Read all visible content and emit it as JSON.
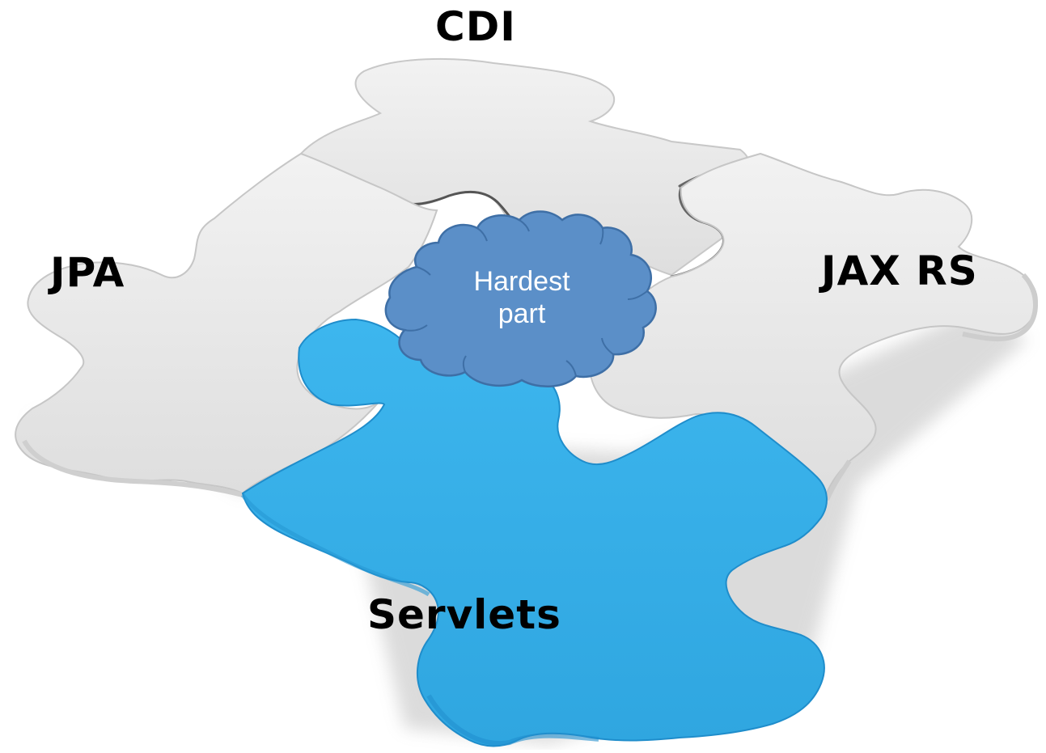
{
  "pieces": {
    "top_label": "CDI",
    "left_label": "JPA",
    "right_label": "JAX RS",
    "bottom_label": "Servlets"
  },
  "callout": {
    "line1": "Hardest",
    "line2": "part"
  },
  "colors": {
    "gray_piece": "#e9e9e9",
    "gray_edge": "#b9b9b9",
    "blue_piece": "#39b1ea",
    "blue_edge": "#1c86c4",
    "cloud_fill": "#5b90c9",
    "cloud_stroke": "#3e6fa6"
  }
}
